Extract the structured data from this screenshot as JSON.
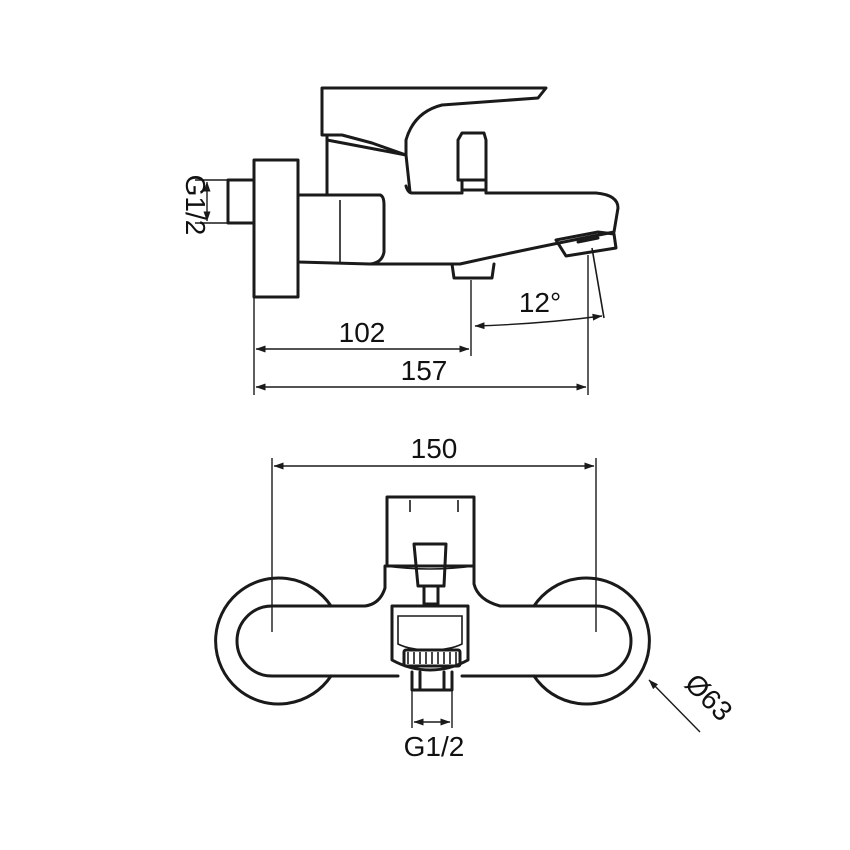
{
  "side_view": {
    "dim_inlet": "G1/2",
    "dim_spout_offset": "102",
    "dim_overall_depth": "157",
    "dim_spout_angle": "12°"
  },
  "front_view": {
    "dim_overall_width": "150",
    "dim_outlet": "G1/2",
    "dim_flange_diameter": "Ø63"
  }
}
